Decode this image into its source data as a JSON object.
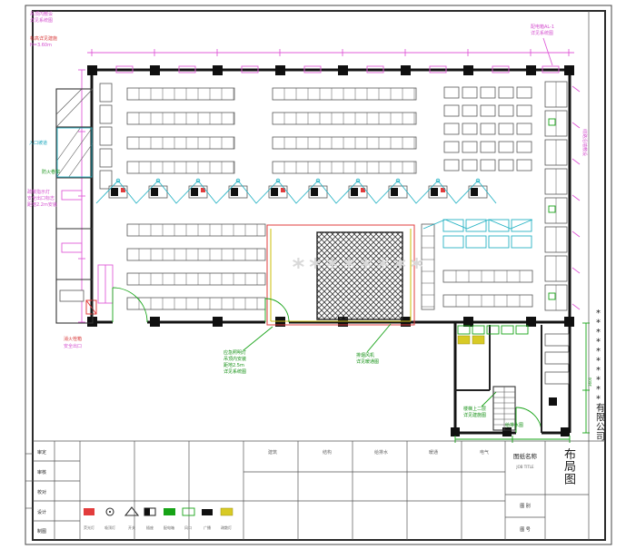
{
  "palette": {
    "cyan": "#27b3c4",
    "magenta": "#e05cd8",
    "green": "#17a317",
    "red": "#e23c3c",
    "yellow": "#cfc21b",
    "wall": "#141414",
    "watermark": "#d9d9d9"
  },
  "annotations": {
    "tl1": "吊顶内敷设",
    "tl2": "详见系统图",
    "tl3": "标高详见建施",
    "tl4": "H=3.60m",
    "tr1": "配电箱AL-1",
    "tr2": "详见系统图",
    "rm1": "线路沿墙敷设",
    "l_cyan": "入口坡道",
    "l_green": "防火卷帘",
    "lm1": "疏散指示灯",
    "lm2": "安全出口标志",
    "lm3": "距地2.2m安装",
    "l_red": "消火栓箱",
    "lm4": "安全出口",
    "bg1": "应急照明灯",
    "bg2": "吊顶内安装",
    "bg3": "距地2.5m",
    "bg4": "详见系统图",
    "cg1": "排烟风机",
    "cg2": "详见暖通图",
    "ag1": "楼梯上二层",
    "ag2": "详见建施图",
    "ag3": "给排水图",
    "dim_annex": "3600",
    "watermark": "********"
  },
  "titleblock": {
    "company": "**********有限公司",
    "job_label_cn": "图纸名称",
    "job_label_en": "JOB TITLE",
    "drawing_title": "布局图",
    "sheet_label": "图 别",
    "sheet_no_label": "图 号",
    "signatures": [
      "审定",
      "审核",
      "校对",
      "设计",
      "制图"
    ],
    "cosign": [
      "建筑",
      "结构",
      "给排水",
      "暖通",
      "电气"
    ],
    "legend": [
      {
        "label": "荧光灯"
      },
      {
        "label": "吸顶灯"
      },
      {
        "label": "开关"
      },
      {
        "label": "插座"
      },
      {
        "label": "配电箱"
      },
      {
        "label": "风口"
      },
      {
        "label": "广播"
      },
      {
        "label": "疏散灯"
      }
    ]
  }
}
